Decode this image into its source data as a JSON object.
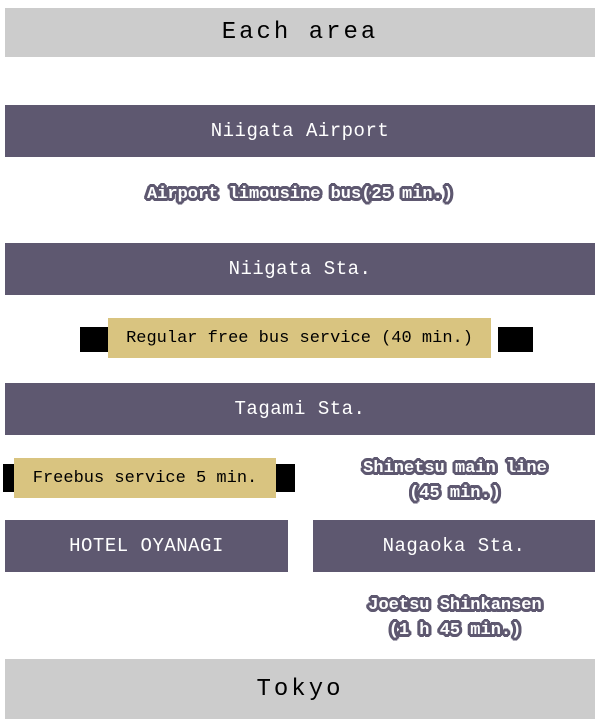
{
  "header": {
    "label": "Each area"
  },
  "stations": {
    "niigata_airport": {
      "label": "Niigata Airport"
    },
    "niigata_sta": {
      "label": "Niigata Sta."
    },
    "tagami_sta": {
      "label": "Tagami Sta."
    },
    "hotel_oyanagi": {
      "label": "HOTEL OYANAGI"
    },
    "nagaoka_sta": {
      "label": "Nagaoka Sta."
    },
    "tokyo": {
      "label": "Tokyo"
    }
  },
  "routes": {
    "airport_limousine": {
      "label": "Airport limousine bus(25 min.)"
    },
    "regular_free_bus": {
      "label": "Regular free bus service (40 min.)"
    },
    "freebus": {
      "label": "Freebus service 5 min."
    },
    "shinetsu": {
      "line1": "Shinetsu main line",
      "line2": "(45 min.)"
    },
    "joetsu": {
      "line1": "Joetsu Shinkansen",
      "line2": "(1 h 45 min.)"
    }
  },
  "colors": {
    "area_bar_bg": "#cccccc",
    "area_text": "#000000",
    "station_bar_bg": "#5e5870",
    "station_text": "#ffffff",
    "bus_bar_bg": "#d9c480",
    "bus_text": "#000000",
    "connector": "#000000",
    "outlined_text_fill": "#ffffff",
    "outlined_text_stroke": "#5e5870"
  }
}
